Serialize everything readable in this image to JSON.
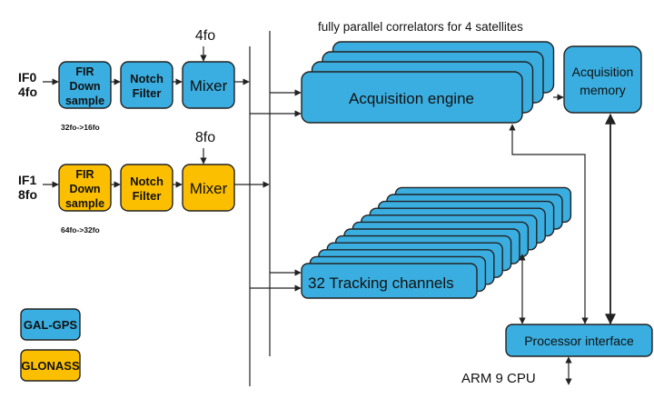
{
  "colors": {
    "gal_gps": "#3aaee0",
    "glonass": "#fcbf00",
    "line": "#222222"
  },
  "inputs": {
    "if0": {
      "name": "IF0",
      "freq": "4fo"
    },
    "if1": {
      "name": "IF1",
      "freq": "8fo"
    }
  },
  "chain0": {
    "fir": [
      "FIR",
      "Down",
      "sample"
    ],
    "notch": [
      "Notch",
      "Filter"
    ],
    "mixer": "Mixer",
    "lo_label": "4fo",
    "rate_note": "32fo->16fo"
  },
  "chain1": {
    "fir": [
      "FIR",
      "Down",
      "sample"
    ],
    "notch": [
      "Notch",
      "Filter"
    ],
    "mixer": "Mixer",
    "lo_label": "8fo",
    "rate_note": "64fo->32fo"
  },
  "acquisition": {
    "caption": "fully parallel  correlators  for 4 satellites",
    "engine_label": "Acquisition engine",
    "engine_copies": 4,
    "memory_label": [
      "Acquisition",
      "memory"
    ]
  },
  "tracking": {
    "label": "32 Tracking channels",
    "stack_copies": 12
  },
  "processor": {
    "label": "Processor  interface",
    "cpu_label": "ARM 9 CPU"
  },
  "legend": [
    {
      "label": "GAL-GPS",
      "color": "#3aaee0"
    },
    {
      "label": "GLONASS",
      "color": "#fcbf00"
    }
  ]
}
